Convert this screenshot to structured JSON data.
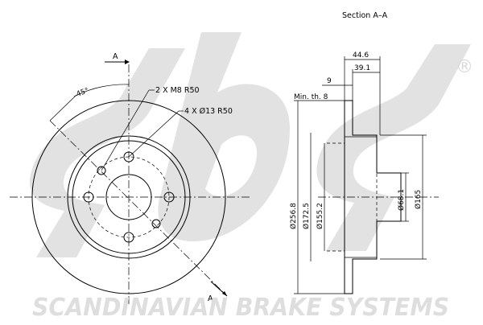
{
  "section": {
    "title": "Section A–A",
    "dimensions": {
      "overall_width": "44.6",
      "hub_depth": "39.1",
      "thickness": "9",
      "min_thickness": "Min. th. 8",
      "outer_diameter": "Ø256.8",
      "friction_inner_diameter": "Ø172.5",
      "inner_face_diameter": "Ø155.2",
      "center_bore": "Ø68.1",
      "hat_diameter": "Ø165"
    }
  },
  "front_view": {
    "section_marker_top": "A",
    "section_marker_bottom": "A",
    "angle": "45°",
    "thread_holes": "2 X M8 R50",
    "bolt_holes": "4 X Ø13 R50"
  },
  "watermark": {
    "brand_mark": "sbs",
    "registered": "®",
    "company": "SCANDINAVIAN BRAKE SYSTEMS"
  },
  "colors": {
    "line": "#000000",
    "watermark": "#dedede"
  }
}
